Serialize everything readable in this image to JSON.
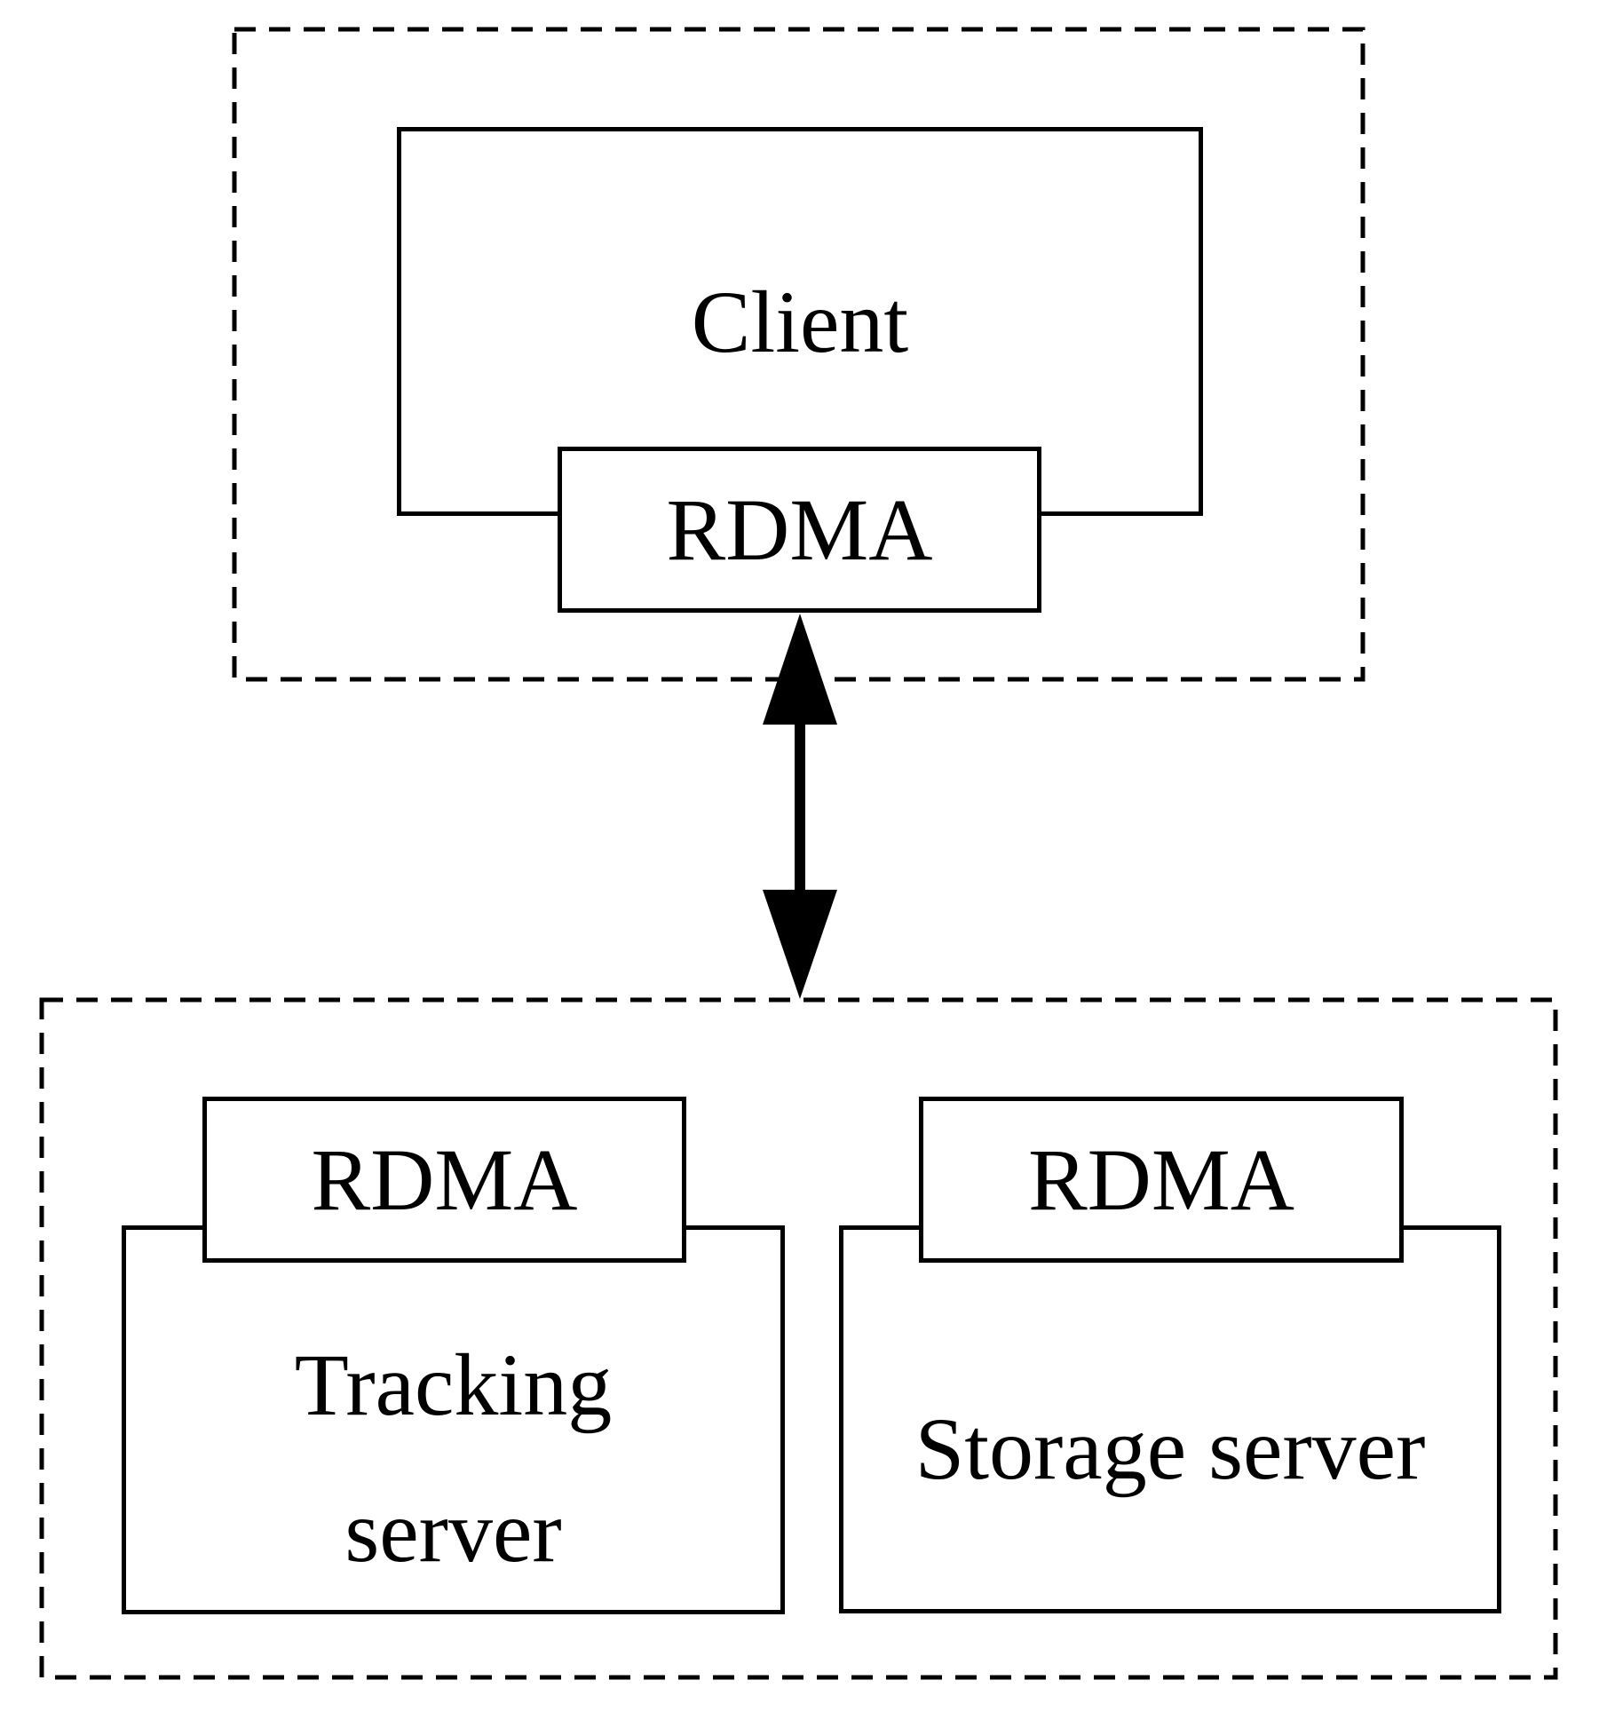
{
  "figure": {
    "client_group": {
      "client_label": "Client",
      "rdma_label": "RDMA"
    },
    "server_group": {
      "tracking_rdma_label": "RDMA",
      "tracking_server_label_line1": "Tracking",
      "tracking_server_label_line2": "server",
      "storage_rdma_label": "RDMA",
      "storage_server_label": "Storage server"
    },
    "colors": {
      "line": "#000000",
      "background": "#ffffff"
    }
  }
}
